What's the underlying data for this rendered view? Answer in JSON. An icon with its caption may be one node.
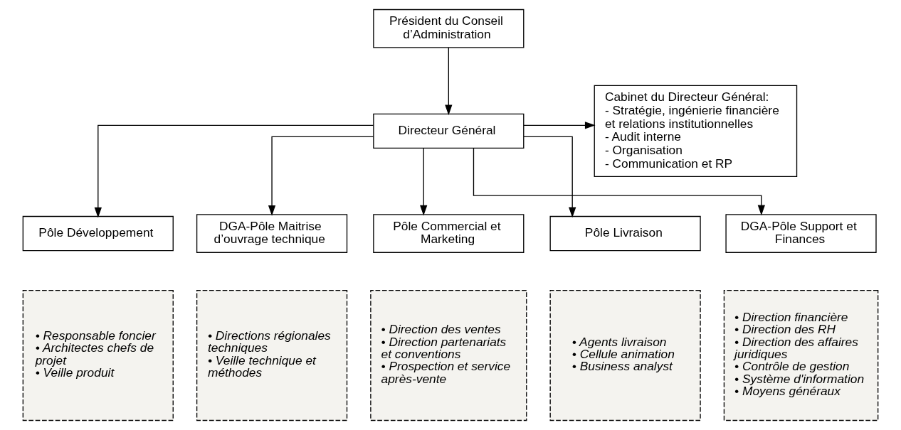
{
  "diagram": {
    "nodes": [
      {
        "text": [
          "Président du Conseil d’Administration"
        ]
      },
      {
        "text": [
          "Directeur Général"
        ]
      },
      {
        "text": [
          "Cabinet du Directeur Général:",
          "- Stratégie, ingénierie financière et relations institutionnelles",
          "- Audit interne",
          "- Organisation",
          "- Communication et RP"
        ]
      },
      {
        "text": [
          "Pôle Développement"
        ]
      },
      {
        "text": [
          "DGA-Pôle Maitrise d’ouvrage technique"
        ]
      },
      {
        "text": [
          "Pôle Commercial et Marketing"
        ]
      },
      {
        "text": [
          "Pôle Livraison"
        ]
      },
      {
        "text": [
          "DGA-Pôle Support et Finances"
        ]
      },
      {
        "text": [
          "• Responsable foncier",
          "• Architectes chefs de projet",
          "• Veille produit"
        ]
      },
      {
        "text": [
          "• Directions régionales techniques",
          "• Veille technique et méthodes"
        ]
      },
      {
        "text": [
          "• Direction des ventes",
          "• Direction partenariats et conventions",
          "• Prospection et service après-vente"
        ]
      },
      {
        "text": [
          "• Agents livraison",
          "• Cellule animation",
          "• Business analyst"
        ]
      },
      {
        "text": [
          "• Direction financière",
          "• Direction des RH",
          "• Direction des affaires juridiques",
          "• Contrôle de gestion",
          "• Système d'information",
          "• Moyens généraux"
        ]
      }
    ],
    "edges": [
      {
        "from": 0,
        "to": 1,
        "arrow": "to"
      },
      {
        "from": 1,
        "to": 2,
        "arrow": "to"
      },
      {
        "from": 1,
        "to": 3,
        "arrow": "to"
      },
      {
        "from": 1,
        "to": 4,
        "arrow": "to"
      },
      {
        "from": 1,
        "to": 5,
        "arrow": "to"
      },
      {
        "from": 1,
        "to": 6,
        "arrow": "to"
      },
      {
        "from": 1,
        "to": 7,
        "arrow": "to"
      }
    ]
  }
}
